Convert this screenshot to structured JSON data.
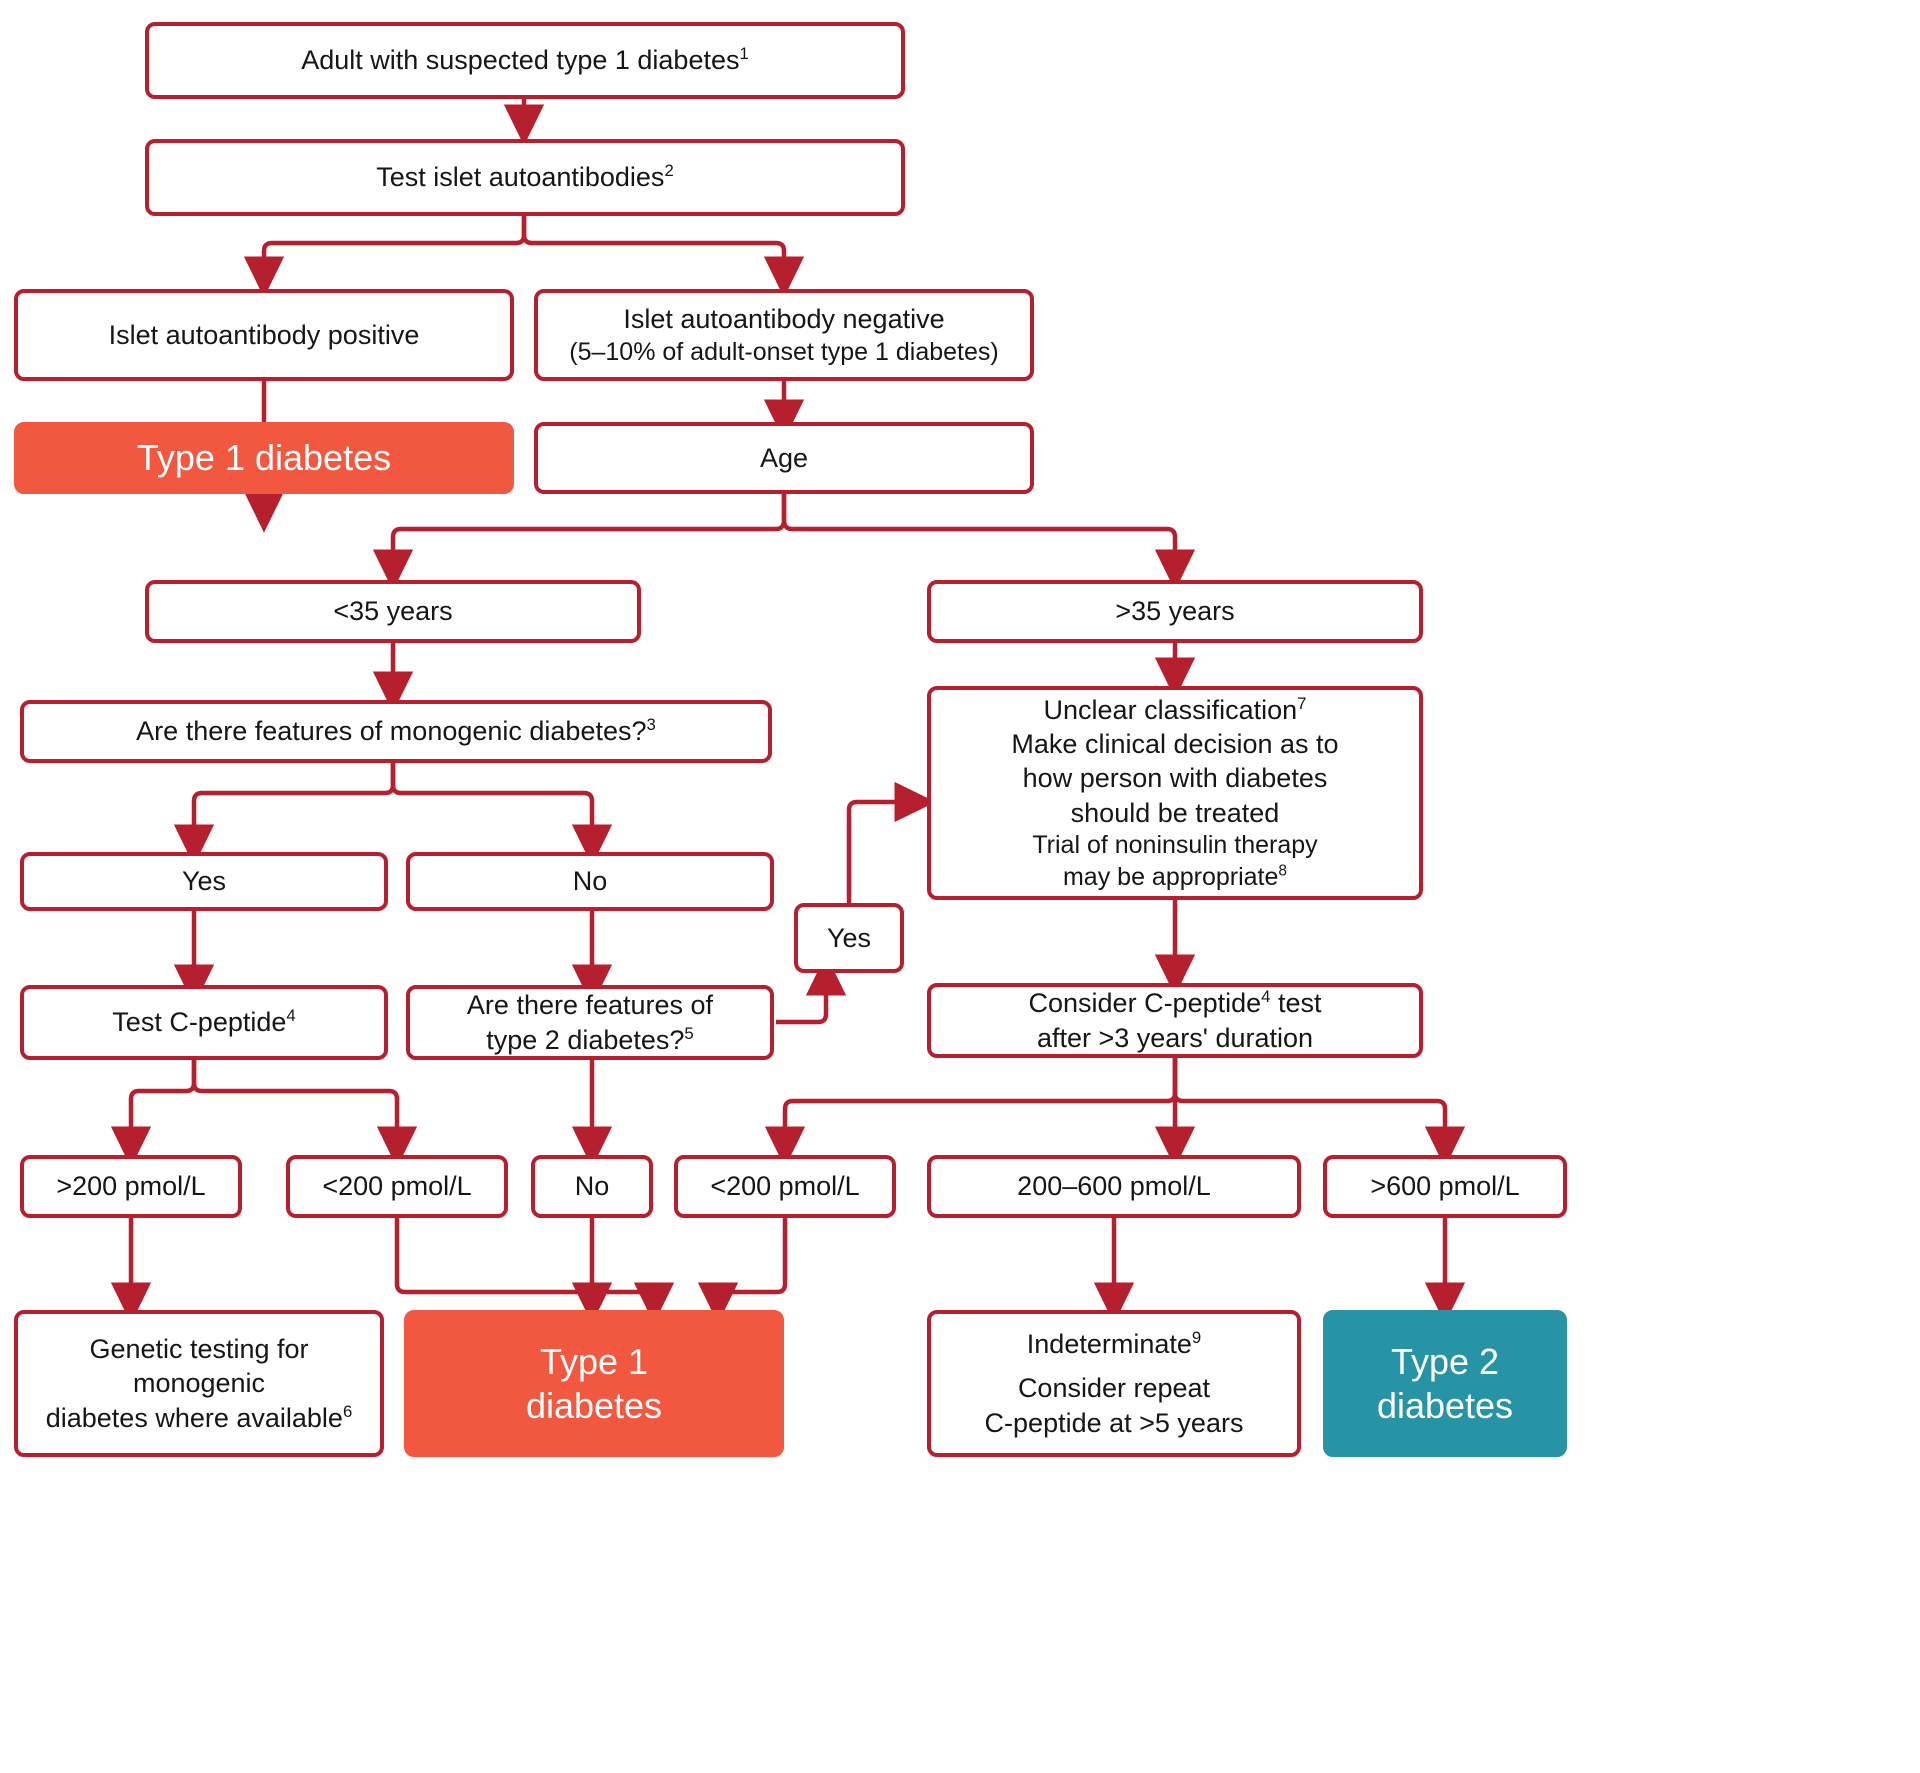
{
  "diagram": {
    "title": "Diagnostic flowchart for adults with suspected type 1 diabetes",
    "colors": {
      "border": "#b61f2e",
      "type1_fill": "#f1583f",
      "type2_fill": "#2694a4",
      "text": "#161616",
      "background": "#ffffff"
    },
    "nodes": {
      "suspected": {
        "text": "Adult with suspected type 1 diabetes",
        "footnote": "1"
      },
      "test_autoantibodies": {
        "text": "Test islet autoantibodies",
        "footnote": "2"
      },
      "aab_positive": {
        "text": "Islet autoantibody positive",
        "footnote": ""
      },
      "aab_negative": {
        "text": "Islet autoantibody negative",
        "footnote": "",
        "subtext": "(5–10% of adult-onset type 1 diabetes)"
      },
      "type1_top": {
        "text": "Type 1 diabetes"
      },
      "age": {
        "text": "Age"
      },
      "under35": {
        "text": "<35 years"
      },
      "over35": {
        "text": ">35 years"
      },
      "monogenic_q": {
        "text": "Are there features of monogenic diabetes?",
        "footnote": "3"
      },
      "unclear": {
        "line1": "Unclear classification",
        "footnote1": "7",
        "line2": "Make clinical decision as to",
        "line3": "how person with diabetes",
        "line4": "should be treated",
        "line5": "Trial of noninsulin therapy",
        "line6": "may be appropriate",
        "footnote2": "8"
      },
      "mono_yes": {
        "text": "Yes"
      },
      "mono_no": {
        "text": "No"
      },
      "t2_yes": {
        "text": "Yes"
      },
      "test_cpeptide": {
        "text": "Test C-peptide",
        "footnote": "4"
      },
      "type2_q": {
        "line1": "Are there features of",
        "line2": "type 2 diabetes?",
        "footnote": "5"
      },
      "consider_cpeptide": {
        "line1": "Consider C-peptide",
        "footnote": "4",
        "line1b": " test",
        "line2": "after >3 years' duration"
      },
      "gt200": {
        "text": ">200 pmol/L"
      },
      "lt200_a": {
        "text": "<200 pmol/L"
      },
      "t2_no": {
        "text": "No"
      },
      "lt200_b": {
        "text": "<200 pmol/L"
      },
      "range200_600": {
        "text": "200–600 pmol/L"
      },
      "gt600": {
        "text": ">600 pmol/L"
      },
      "genetic_testing": {
        "line1": "Genetic testing for monogenic",
        "line2": "diabetes where available",
        "footnote": "6"
      },
      "type1_bottom": {
        "line1": "Type 1",
        "line2": "diabetes"
      },
      "indeterminate": {
        "line1": "Indeterminate",
        "footnote": "9",
        "line2": "Consider repeat",
        "line3": "C-peptide at >5 years"
      },
      "type2_bottom": {
        "line1": "Type 2",
        "line2": "diabetes"
      }
    }
  }
}
